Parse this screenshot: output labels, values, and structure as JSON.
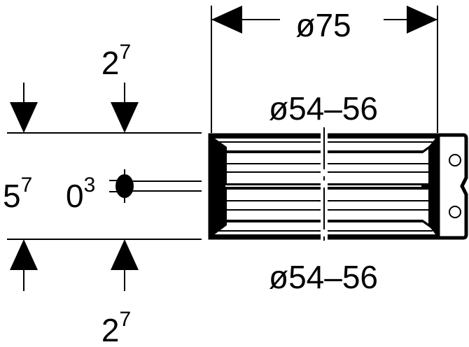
{
  "dimensions": {
    "outer_diameter": "ø75",
    "inner_diameter_top": "ø54–56",
    "inner_diameter_bottom": "ø54–56",
    "top_width": {
      "base": "2",
      "exp": "7"
    },
    "bottom_width": {
      "base": "2",
      "exp": "7"
    },
    "height": {
      "base": "5",
      "exp": "7"
    },
    "thickness": {
      "base": "0",
      "exp": "3"
    }
  }
}
